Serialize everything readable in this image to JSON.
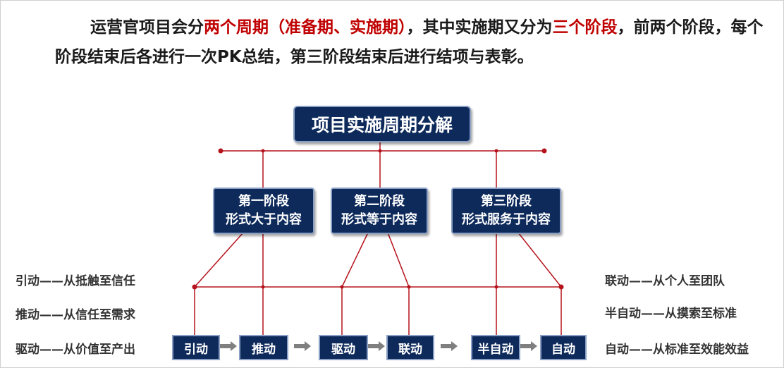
{
  "intro": {
    "line1_black_a": "运营官",
    "line1_black_b": "项目会分",
    "line1_red_a": "两个周期（准备期、实施期）",
    "line1_black_c": "，其中实施期又分为",
    "line1_red_b": "三个阶段",
    "line1_black_d": "，前两个阶段，每个阶段结束后各进行一次PK总结，第三阶段结束后进行结项与表彰。"
  },
  "title": "项目实施周期分解",
  "stages": [
    {
      "name": "第一阶段",
      "desc": "形式大于内容"
    },
    {
      "name": "第二阶段",
      "desc": "形式等于内容"
    },
    {
      "name": "第三阶段",
      "desc": "形式服务于内容"
    }
  ],
  "steps": [
    "引动",
    "推动",
    "驱动",
    "联动",
    "半自动",
    "自动"
  ],
  "left_notes": [
    "引动——从抵触至信任",
    "推动——从信任至需求",
    "驱动——从价值至产出"
  ],
  "right_notes": [
    "联动——从个人至团队",
    "半自动——从摸索至标准",
    "自动——从标准至效能效益"
  ],
  "colors": {
    "navy": "#0d2a5b",
    "accent_red": "#c00000",
    "line_red": "#b5121b",
    "arrow_gray": "#7f7f7f"
  }
}
